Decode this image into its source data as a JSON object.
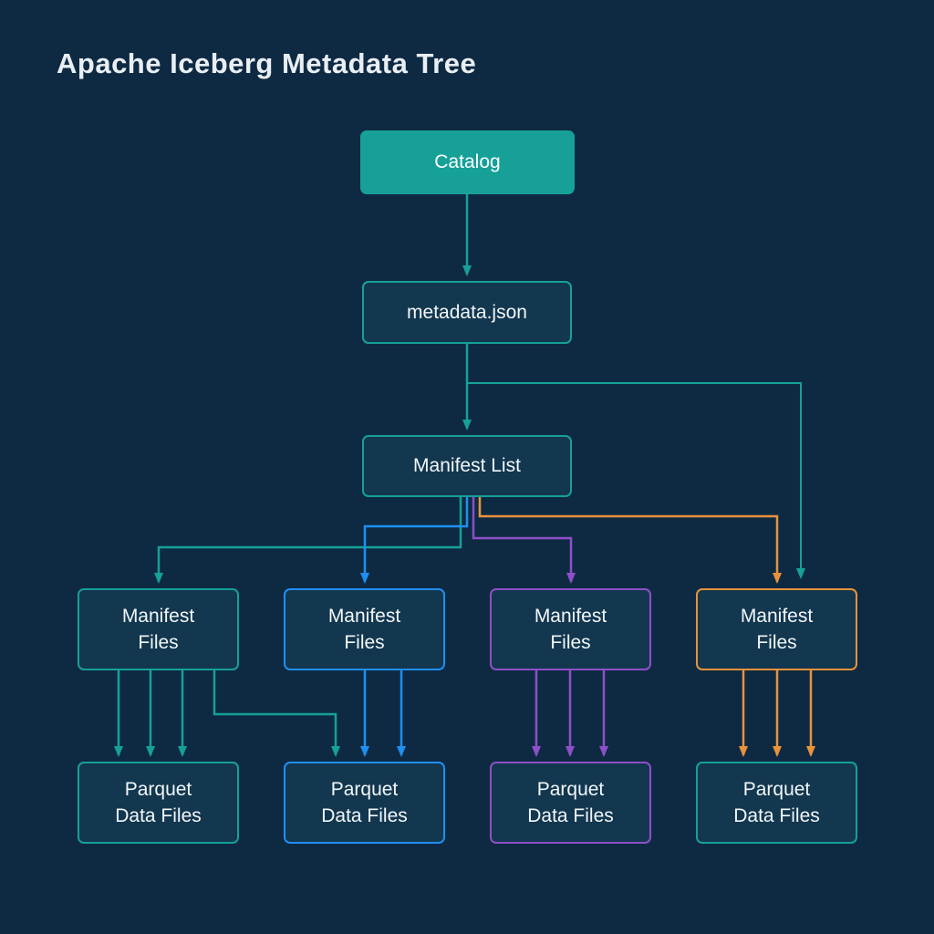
{
  "title": "Apache Iceberg Metadata Tree",
  "colors": {
    "background": "#0e2a43",
    "teal": "#16a098",
    "blue": "#1f8ff0",
    "purple": "#8e4fc9",
    "orange": "#e9923b",
    "box_fill": "#12374f",
    "text": "#f2f6f8"
  },
  "nodes": {
    "catalog": {
      "label": "Catalog",
      "color": "teal",
      "style": "filled"
    },
    "metadata_json": {
      "label": "metadata.json",
      "color": "teal",
      "style": "outlined"
    },
    "manifest_list": {
      "label": "Manifest List",
      "color": "teal",
      "style": "outlined"
    },
    "manifest_files": [
      {
        "lines": [
          "Manifest",
          "Files"
        ],
        "color": "teal"
      },
      {
        "lines": [
          "Manifest",
          "Files"
        ],
        "color": "blue"
      },
      {
        "lines": [
          "Manifest",
          "Files"
        ],
        "color": "purple"
      },
      {
        "lines": [
          "Manifest",
          "Files"
        ],
        "color": "orange"
      }
    ],
    "parquet_files": [
      {
        "lines": [
          "Parquet",
          "Data Files"
        ],
        "color": "teal"
      },
      {
        "lines": [
          "Parquet",
          "Data Files"
        ],
        "color": "blue"
      },
      {
        "lines": [
          "Parquet",
          "Data Files"
        ],
        "color": "purple"
      },
      {
        "lines": [
          "Parquet",
          "Data Files"
        ],
        "color": "teal"
      }
    ]
  },
  "edges": {
    "catalog_to_metadata": "teal",
    "metadata_to_manifest_list": "teal",
    "metadata_side_branch_to_manifest_4": "teal",
    "manifest_list_to_manifest_files": [
      "teal",
      "blue",
      "purple",
      "orange"
    ],
    "manifest_files_to_parquet": [
      "teal",
      "blue",
      "purple",
      "orange"
    ]
  }
}
